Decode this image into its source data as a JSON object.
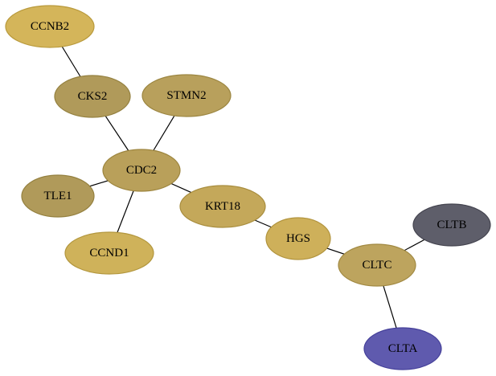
{
  "graph": {
    "nodes": [
      {
        "id": "CCNB2",
        "label": "CCNB2",
        "fill": "#d4b55a",
        "stroke": "#b99a3c"
      },
      {
        "id": "CKS2",
        "label": "CKS2",
        "fill": "#b09a5a",
        "stroke": "#94803f"
      },
      {
        "id": "STMN2",
        "label": "STMN2",
        "fill": "#b8a05c",
        "stroke": "#9c8641"
      },
      {
        "id": "CDC2",
        "label": "CDC2",
        "fill": "#b9a05a",
        "stroke": "#9d853e"
      },
      {
        "id": "TLE1",
        "label": "TLE1",
        "fill": "#b09a5a",
        "stroke": "#94803f"
      },
      {
        "id": "KRT18",
        "label": "KRT18",
        "fill": "#c4a85a",
        "stroke": "#a88d3e"
      },
      {
        "id": "CCND1",
        "label": "CCND1",
        "fill": "#cfb25a",
        "stroke": "#b3973e"
      },
      {
        "id": "HGS",
        "label": "HGS",
        "fill": "#ceb05a",
        "stroke": "#b2943e"
      },
      {
        "id": "CLTB",
        "label": "CLTB",
        "fill": "#5e5e6a",
        "stroke": "#44444f"
      },
      {
        "id": "CLTC",
        "label": "CLTC",
        "fill": "#bda45e",
        "stroke": "#a18942"
      },
      {
        "id": "CLTA",
        "label": "CLTA",
        "fill": "#5f5aae",
        "stroke": "#45409a"
      }
    ],
    "edges": [
      {
        "source": "CCNB2",
        "target": "CKS2"
      },
      {
        "source": "CKS2",
        "target": "CDC2"
      },
      {
        "source": "STMN2",
        "target": "CDC2"
      },
      {
        "source": "CDC2",
        "target": "TLE1"
      },
      {
        "source": "CDC2",
        "target": "CCND1"
      },
      {
        "source": "CDC2",
        "target": "KRT18"
      },
      {
        "source": "KRT18",
        "target": "HGS"
      },
      {
        "source": "HGS",
        "target": "CLTC"
      },
      {
        "source": "CLTC",
        "target": "CLTB"
      },
      {
        "source": "CLTC",
        "target": "CLTA"
      }
    ]
  }
}
